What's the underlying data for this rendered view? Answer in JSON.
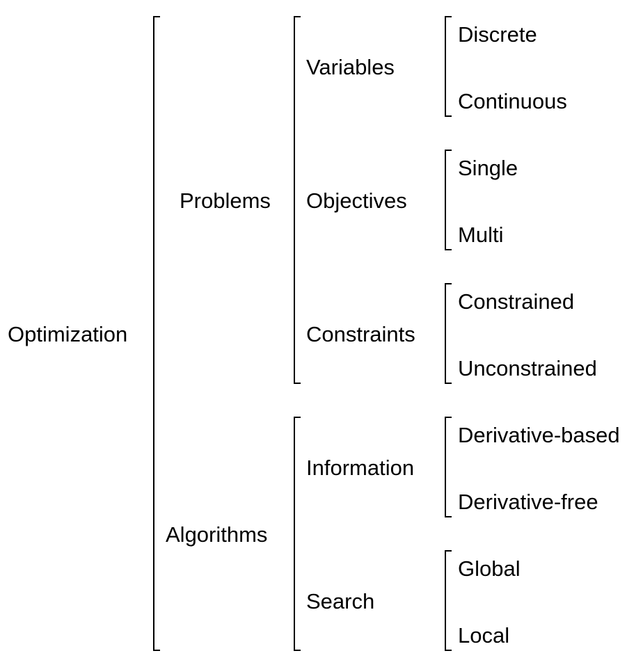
{
  "tree": {
    "root": "Optimization",
    "problems": {
      "label": "Problems",
      "variables": {
        "label": "Variables",
        "options": [
          "Discrete",
          "Continuous"
        ]
      },
      "objectives": {
        "label": "Objectives",
        "options": [
          "Single",
          "Multi"
        ]
      },
      "constraints": {
        "label": "Constraints",
        "options": [
          "Constrained",
          "Unconstrained"
        ]
      }
    },
    "algorithms": {
      "label": "Algorithms",
      "information": {
        "label": "Information",
        "options": [
          "Derivative-based",
          "Derivative-free"
        ]
      },
      "search": {
        "label": "Search",
        "options": [
          "Global",
          "Local"
        ]
      }
    }
  }
}
